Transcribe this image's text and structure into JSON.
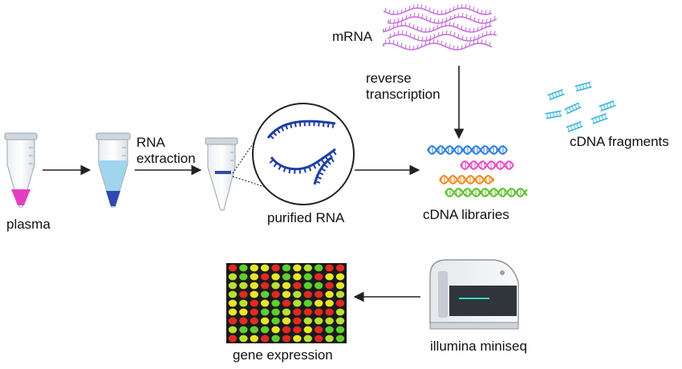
{
  "labels": {
    "plasma": "plasma",
    "rna_extraction": "RNA\nextraction",
    "purified_rna": "purified RNA",
    "mrna": "mRNA",
    "reverse_transcription": "reverse\ntranscription",
    "cdna_fragments": "cDNA fragments",
    "cdna_libraries": "cDNA libraries",
    "gene_expression": "gene expression",
    "illumina": "illumina miniseq"
  },
  "colors": {
    "arrow": "#222222",
    "plasma_fill": "#e43fc0",
    "extraction_liquid": "#9fd4ec",
    "pellet": "#2f49b0",
    "rna_strand": "#1f3fa8",
    "mrna_strand": "#c872dc",
    "fragment": "#3cb6dd",
    "dna_helices": [
      "#2f7fe0",
      "#e74fc8",
      "#f08a1f",
      "#5fbf2e"
    ],
    "heatmap_cells": [
      "#e8e62a",
      "#e02a22",
      "#5fcf30",
      "#b9e033"
    ]
  },
  "icons": [
    "tube-icon",
    "rna-circle-icon",
    "mrna-icon",
    "dna-helix-icon",
    "cdna-fragment-icon",
    "sequencer-icon",
    "heatmap-icon"
  ]
}
